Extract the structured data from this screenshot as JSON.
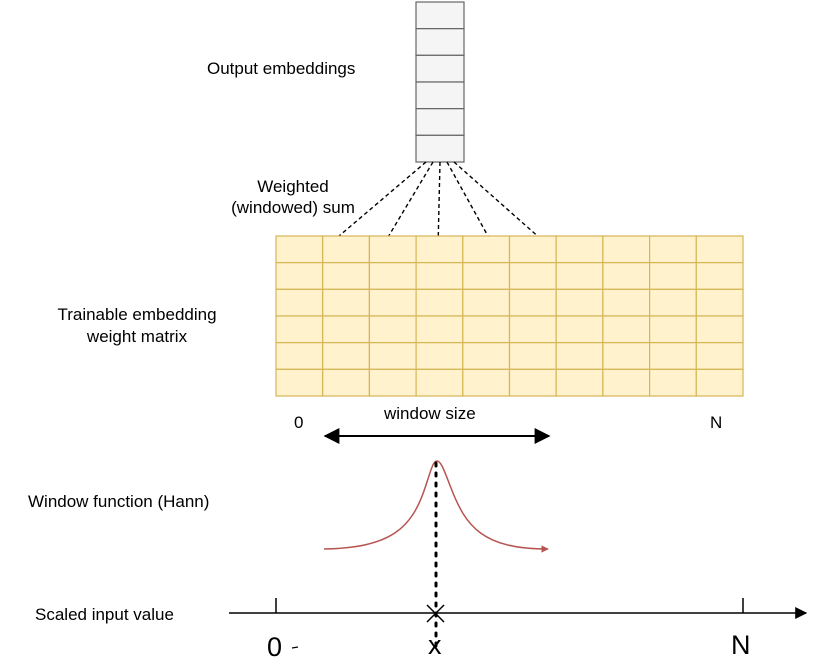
{
  "labels": {
    "output_embeddings": "Output embeddings",
    "weighted_sum_line1": "Weighted",
    "weighted_sum_line2": "(windowed) sum",
    "matrix_line1": "Trainable embedding",
    "matrix_line2": "weight matrix",
    "matrix_start": "0",
    "matrix_end": "N",
    "window_size": "window size",
    "window_function": "Window function (Hann)",
    "scaled_input": "Scaled input value",
    "axis_start": "0",
    "axis_x": "x",
    "axis_end": "N"
  },
  "colors": {
    "output_cell_fill": "#f5f5f5",
    "output_cell_stroke": "#666666",
    "matrix_fill": "#fff2cc",
    "matrix_stroke": "#d6b656",
    "hann_curve": "#b85450",
    "line": "#000000"
  },
  "structure": {
    "output_cells": 6,
    "matrix_rows": 6,
    "matrix_cols": 10,
    "connector_lines": 5
  }
}
